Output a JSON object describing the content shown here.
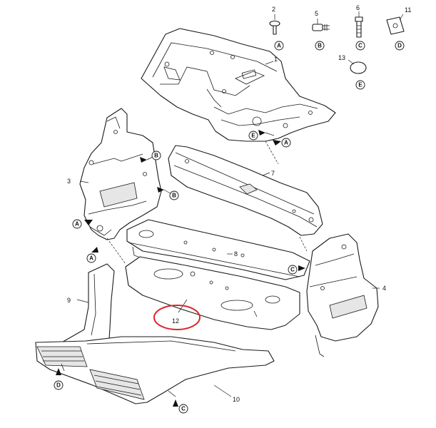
{
  "callouts": {
    "part_1": "1",
    "part_2": "2",
    "part_3": "3",
    "part_4": "4",
    "part_5": "5",
    "part_6": "6",
    "part_7": "7",
    "part_8": "8",
    "part_9": "9",
    "part_10": "10",
    "part_11": "11",
    "part_12": "12",
    "part_13": "13"
  },
  "fastener_keys": {
    "a": "A",
    "b": "B",
    "c": "C",
    "d": "D",
    "e": "E"
  },
  "highlight": {
    "color": "#d9262c",
    "part": "12"
  }
}
